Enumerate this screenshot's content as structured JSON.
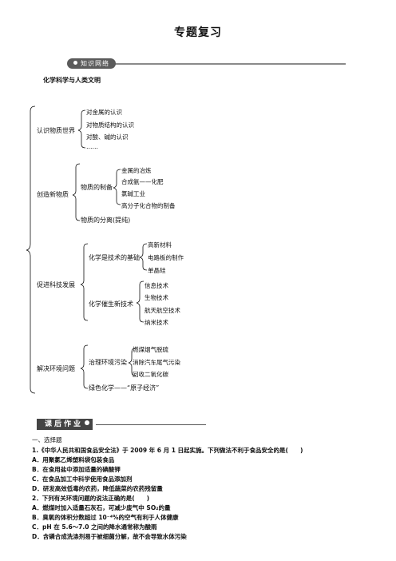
{
  "page_title": "专题复习",
  "section1": {
    "badge": "知识网络",
    "subtitle": "化学科学与人类文明"
  },
  "tree": {
    "b1": {
      "label": "认识物质世界",
      "items": [
        "对金属的认识",
        "对物质结构的认识",
        "对酸、碱的认识",
        "……"
      ]
    },
    "b2": {
      "label": "创造新物质",
      "sub1": {
        "label": "物质的制备",
        "items": [
          "金属的冶炼",
          "合成氨——化肥",
          "氯碱工业",
          "高分子化合物的制备"
        ]
      },
      "sub2": {
        "label": "物质的分离(提纯)"
      }
    },
    "b3": {
      "label": "促进科技发展",
      "sub1": {
        "label": "化学是技术的基础",
        "items": [
          "高新材料",
          "电路板的制作",
          "单晶硅"
        ]
      },
      "sub2": {
        "label": "化学催生新技术",
        "items": [
          "信息技术",
          "生物技术",
          "航天航空技术",
          "纳米技术"
        ]
      }
    },
    "b4": {
      "label": "解决环境问题",
      "sub1": {
        "label": "治理环境污染",
        "items": [
          "燃煤烟气脱硫",
          "消除汽车尾气污染",
          "回收二氧化碳"
        ]
      },
      "sub2": {
        "label": "绿色化学——“原子经济”"
      }
    }
  },
  "section2": {
    "badge": "课后作业",
    "heading": "一、选择题",
    "q1": {
      "stem": "1.《中华人民共和国食品安全法》于 2009 年 6 月 1 日起实施。下列做法不利于食品安全的是(　　)",
      "options": [
        "A．用聚氯乙烯塑料袋包装食品",
        "B．在食用盐中添加适量的碘酸钾",
        "C．在食品加工中科学使用食品添加剂",
        "D．研发高效低毒的农药，降低蔬菜的农药残留量"
      ]
    },
    "q2": {
      "stem": "2．下列有关环境问题的说法正确的是(　　)",
      "options": [
        "A．燃煤时加入适量石灰石，可减少废气中 SO₂的量",
        "B．臭氧的体积分数超过 10⁻⁴%的空气有利于人体健康",
        "C．pH 在 5.6～7.0 之间的降水通常称为酸雨",
        "D．含磷合成洗涤剂易于被细菌分解，故不会导致水体污染"
      ]
    }
  }
}
